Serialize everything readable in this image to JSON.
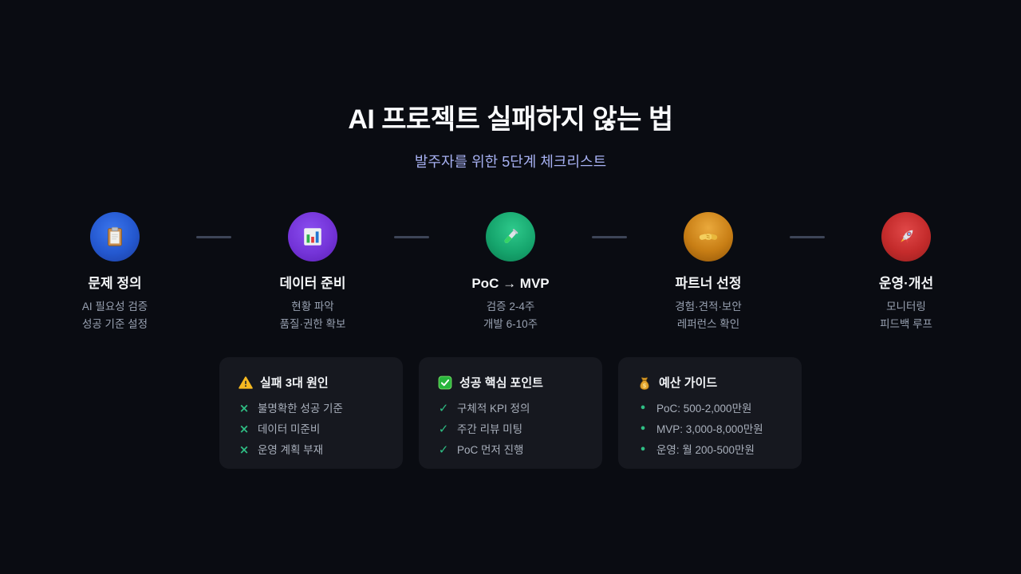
{
  "header": {
    "title": "AI 프로젝트 실패하지 않는 법",
    "subtitle": "발주자를 위한 5단계 체크리스트"
  },
  "steps": [
    {
      "icon": "clipboard-icon",
      "title": "문제 정의",
      "line1": "AI 필요성 검증",
      "line2": "성공 기준 설정",
      "circle_color": "#2458cf"
    },
    {
      "icon": "bar-chart-icon",
      "title": "데이터 준비",
      "line1": "현황 파악",
      "line2": "품질·권한 확보",
      "circle_color": "#7434d8"
    },
    {
      "icon": "test-tube-icon",
      "title": "PoC → MVP",
      "line1": "검증 2-4주",
      "line2": "개발 6-10주",
      "circle_color": "#16a56d"
    },
    {
      "icon": "handshake-icon",
      "title": "파트너 선정",
      "line1": "경험·견적·보안",
      "line2": "레퍼런스 확인",
      "circle_color": "#c87e15"
    },
    {
      "icon": "rocket-icon",
      "title": "운영·개선",
      "line1": "모니터링",
      "line2": "피드백 루프",
      "circle_color": "#c42b2b"
    }
  ],
  "cards": [
    {
      "icon": "warning-icon",
      "title": "실패 3대 원인",
      "marker": "×",
      "items": [
        "불명확한 성공 기준",
        "데이터 미준비",
        "운영 계획 부재"
      ]
    },
    {
      "icon": "check-button-icon",
      "title": "성공 핵심 포인트",
      "marker": "✓",
      "items": [
        "구체적 KPI 정의",
        "주간 리뷰 미팅",
        "PoC 먼저 진행"
      ]
    },
    {
      "icon": "money-bag-icon",
      "title": "예산 가이드",
      "marker": "•",
      "items": [
        "PoC: 500-2,000만원",
        "MVP: 3,000-8,000만원",
        "운영: 월 200-500만원"
      ]
    }
  ],
  "palette": {
    "background": "#0a0c12",
    "card_background": "#16181f",
    "subtitle_accent": "#a7b1f2",
    "marker_green": "#2fbe84",
    "connector_gray": "#3d4557"
  }
}
